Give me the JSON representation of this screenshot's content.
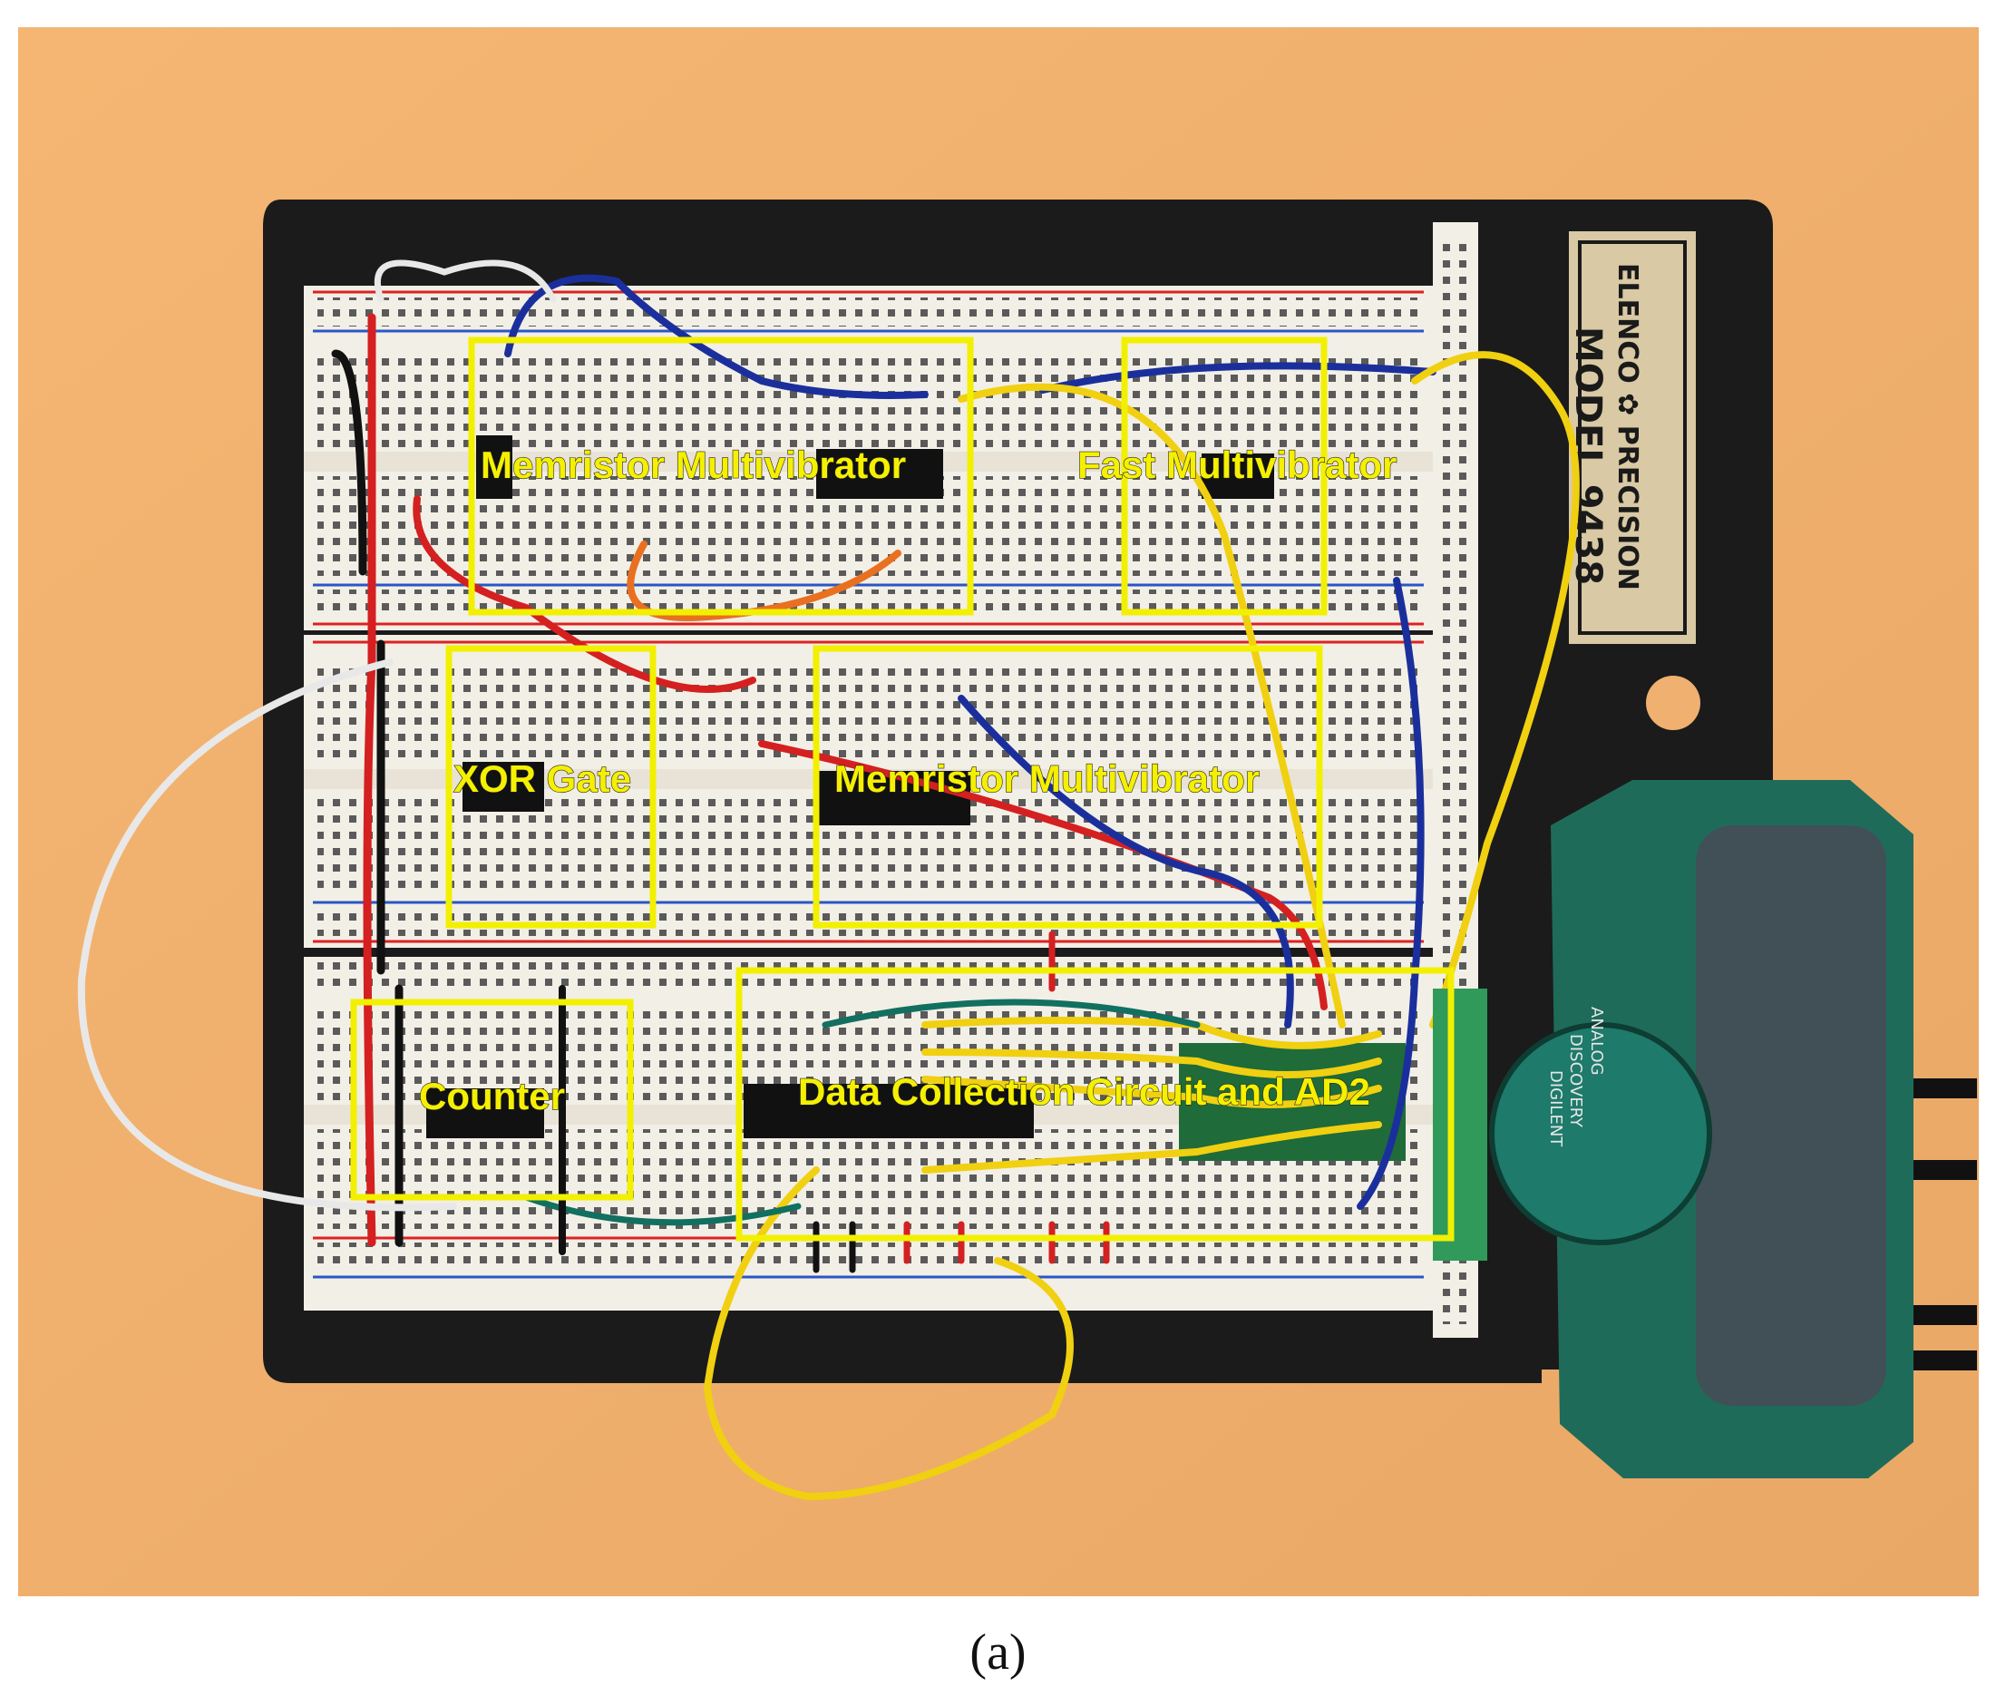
{
  "figure": {
    "caption": "(a)"
  },
  "plaque": {
    "line1": "ELENCO ✿ PRECISION",
    "line2": "MODEL 9438"
  },
  "device": {
    "label_analog": "ANALOG",
    "label_discovery": "DISCOVERY",
    "label_digilent": "DIGILENT"
  },
  "regions": [
    {
      "id": "memristor-multivibrator-top",
      "label": "Memristor Multivibrator"
    },
    {
      "id": "fast-multivibrator",
      "label": "Fast Multivibrator"
    },
    {
      "id": "xor-gate",
      "label": "XOR Gate"
    },
    {
      "id": "memristor-multivibrator-middle",
      "label": "Memristor Multivibrator"
    },
    {
      "id": "counter",
      "label": "Counter"
    },
    {
      "id": "data-collection",
      "label": "Data Collection Circuit and AD2"
    }
  ],
  "colors": {
    "background": "#f0b070",
    "board": "#1b1b1b",
    "breadboard": "#f2efe6",
    "highlight": "#f2f000",
    "wire_red": "#d42020",
    "wire_blue": "#1b2f9c",
    "wire_yellow": "#f0d010",
    "wire_white": "#e8e8e8",
    "device": "#1f6b5a"
  }
}
